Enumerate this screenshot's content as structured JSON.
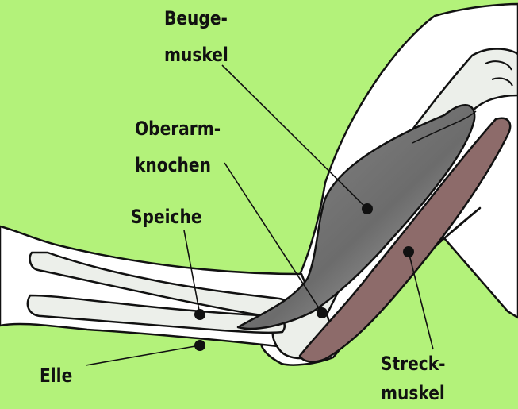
{
  "colors": {
    "background": "#b3f27a",
    "outline": "#111111",
    "bone": "#ecefea",
    "skin": "#ffffff",
    "flexor": "#6f6f6f",
    "extensor": "#8d6b6a"
  },
  "labels": {
    "flexor": {
      "line1": "Beuge-",
      "line2": "muskel"
    },
    "humerus": {
      "line1": "Oberarm-",
      "line2": "knochen"
    },
    "radius": {
      "line1": "Speiche"
    },
    "ulna": {
      "line1": "Elle"
    },
    "extensor": {
      "line1": "Streck-",
      "line2": "muskel"
    }
  }
}
